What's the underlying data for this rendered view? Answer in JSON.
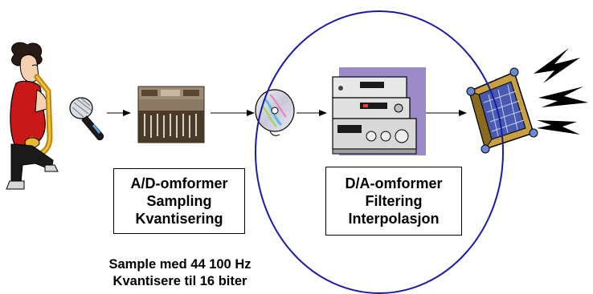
{
  "ad_box": {
    "lines": [
      "A/D-omformer",
      "Sampling",
      "Kvantisering"
    ]
  },
  "da_box": {
    "lines": [
      "D/A-omformer",
      "Filtering",
      "Interpolasjon"
    ]
  },
  "caption": {
    "lines": [
      "Sample med 44 100 Hz",
      "Kvantisere til 16 biter"
    ]
  },
  "pipeline": [
    "saxophone-player",
    "microphone",
    "mixing-console",
    "compact-disc",
    "stereo-system",
    "loudspeaker"
  ],
  "colors": {
    "circle": "#1a1aa8",
    "line": "#000000",
    "box_border": "#000000"
  }
}
